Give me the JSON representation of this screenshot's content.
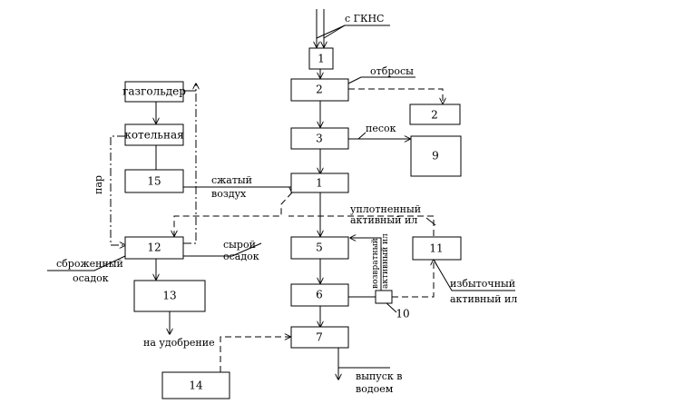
{
  "blocks": {
    "b1_top": "1",
    "b2_main": "2",
    "b2_side": "2",
    "b3": "3",
    "b9": "9",
    "b4": "1",
    "b15": "15",
    "b_gas": "газгольдер",
    "b_boiler": "котельная",
    "b12": "12",
    "b5": "5",
    "b11": "11",
    "b13": "13",
    "b6": "6",
    "b10": "10",
    "b7": "7",
    "b14": "14"
  },
  "labels": {
    "from_kns": "с ГКНС",
    "waste": "отбросы",
    "sand": "песок",
    "compressed_air_1": "сжатый",
    "compressed_air_2": "воздух",
    "steam": "пар",
    "compacted_1": "уплотненный",
    "compacted_2": "активный ил",
    "raw_1": "сырой",
    "raw_2": "осадок",
    "fermented_1": "сброженный",
    "fermented_2": "осадок",
    "aerated_1": "возвратный",
    "aerated_2": "активный ил",
    "excess_1": "избыточный",
    "excess_2": "активный ил",
    "fertilizer": "на удобрение",
    "discharge_1": "выпуск в",
    "discharge_2": "водоем"
  }
}
